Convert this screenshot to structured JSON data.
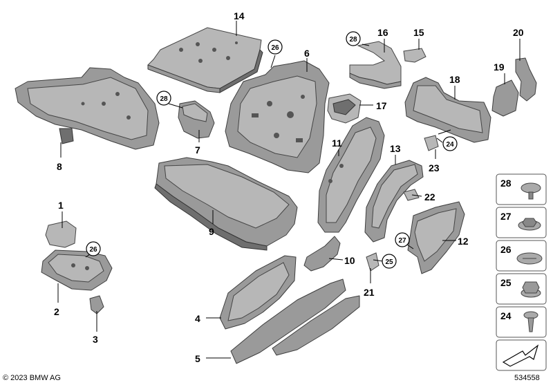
{
  "callouts": {
    "p1": "1",
    "p2": "2",
    "p3": "3",
    "p4": "4",
    "p5": "5",
    "p6": "6",
    "p7": "7",
    "p8": "8",
    "p9": "9",
    "p10": "10",
    "p11": "11",
    "p12": "12",
    "p13": "13",
    "p14": "14",
    "p15": "15",
    "p16": "16",
    "p17": "17",
    "p18": "18",
    "p19": "19",
    "p20": "20",
    "p21": "21",
    "p22": "22",
    "p23": "23"
  },
  "circled": {
    "c28a": "28",
    "c26a": "26",
    "c28b": "28",
    "c26b": "26",
    "c24": "24",
    "c27": "27",
    "c25": "25"
  },
  "legend": {
    "items": [
      "28",
      "27",
      "26",
      "25",
      "24"
    ]
  },
  "footer": {
    "copyright": "© 2023 BMW AG",
    "diagram_id": "534558"
  }
}
